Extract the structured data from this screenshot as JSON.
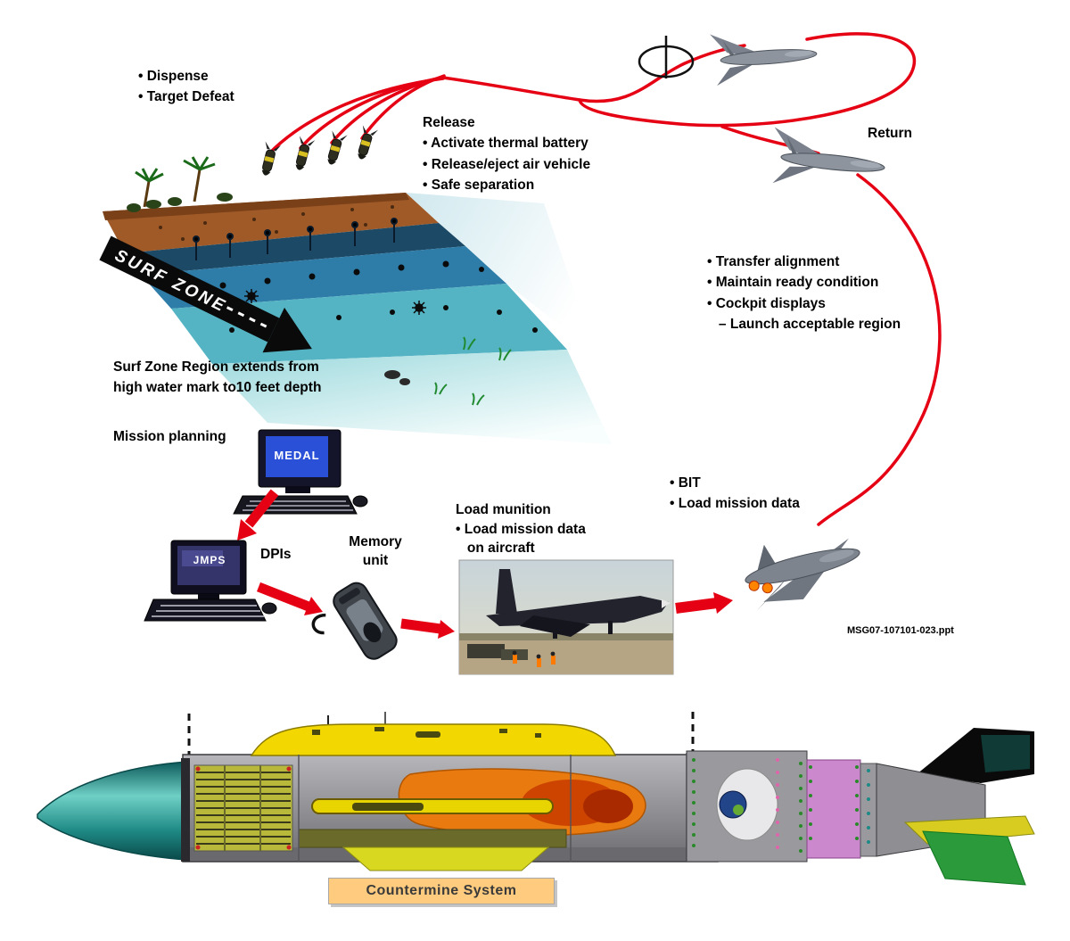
{
  "page": {
    "background": "#ffffff"
  },
  "colors": {
    "flight_path_red": "#e60014",
    "surf_arrow_black": "#0a0a0a",
    "label_box_bg": "#ffcc7f",
    "nose_teal": "#1f8a85",
    "hump_yellow": "#f2d800"
  },
  "flow": {
    "dispense_block": "• Dispense\n• Target Defeat",
    "release_block": "Release\n• Activate thermal battery\n• Release/eject air vehicle\n• Safe separation",
    "return_label": "Return",
    "inflight_block": "• Transfer alignment\n• Maintain ready condition\n• Cockpit displays\n   – Launch acceptable region",
    "surf_caption": "Surf Zone Region extends from\nhigh water mark to10 feet depth",
    "surf_arrow_label": "SURF ZONE",
    "mission_planning": "Mission planning",
    "medal_screen": "MEDAL",
    "jmps_screen": "JMPS",
    "dpis": "DPIs",
    "memory_unit": "Memory\nunit",
    "load_block": "Load munition\n• Load mission data\n   on aircraft",
    "bit_block": "• BIT\n• Load mission data",
    "filename": "MSG07-107101-023.ppt"
  },
  "footer": {
    "countermine_label": "Countermine System"
  }
}
